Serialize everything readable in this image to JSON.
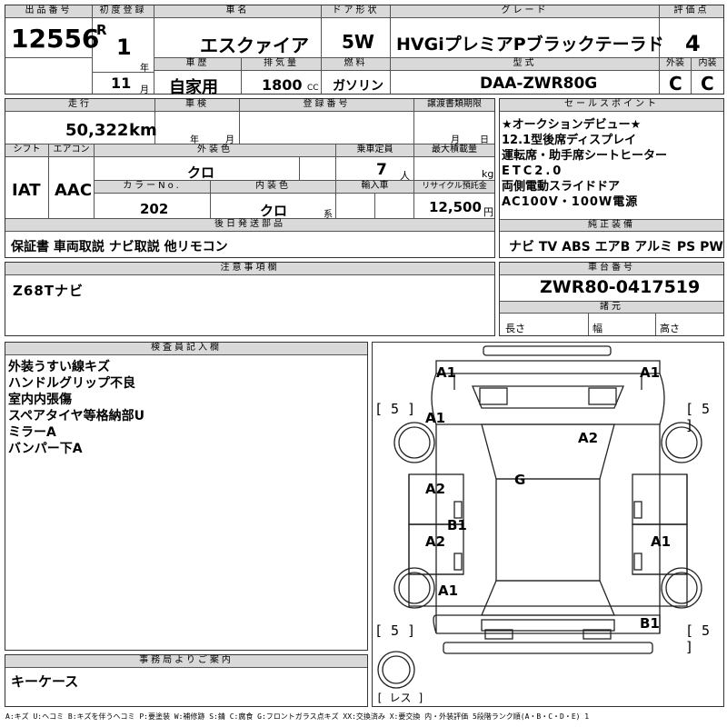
{
  "headers": {
    "lot_no": "出品番号",
    "first_reg": "初度登録",
    "car_name": "車名",
    "door_type": "ドア形状",
    "grade": "グレード",
    "score": "評価点",
    "history": "車歴",
    "displacement": "排気量",
    "fuel": "燃料",
    "model": "型式",
    "exterior": "外装",
    "interior": "内装",
    "mileage": "走行",
    "inspection": "車検",
    "reg_no": "登録番号",
    "transfer_deadline": "譲渡書類期限",
    "selling_points": "セールスポイント",
    "shift": "シフト",
    "aircon": "エアコン",
    "ext_color": "外装色",
    "capacity": "乗車定員",
    "max_load": "最大積載量",
    "color_no": "カラーNo.",
    "int_color": "内装色",
    "import": "輸入車",
    "recycle": "リサイクル預託金",
    "later_items": "後日発送部品",
    "std_equip": "純正装備",
    "notes": "注意事項欄",
    "chassis_no": "車台番号",
    "specs": "諸元",
    "inspector": "検査員記入欄",
    "office": "事務局よりご案内"
  },
  "vehicle": {
    "lot_no": "12556",
    "era": "R",
    "year": "1",
    "year_unit": "年",
    "month": "11",
    "month_unit": "月",
    "name": "エスクァイア",
    "door": "5W",
    "grade": "HVGiプレミアPブラックテーラド",
    "score": "4",
    "history": "自家用",
    "displacement": "1800",
    "cc": "CC",
    "fuel": "ガソリン",
    "model": "DAA-ZWR80G",
    "exterior_grade": "C",
    "interior_grade": "C",
    "mileage": "50,322",
    "km": "km",
    "insp_year": "年",
    "insp_month": "月",
    "deadline_month": "月",
    "deadline_day": "日",
    "shift": "IAT",
    "aircon": "AAC",
    "ext_color": "クロ",
    "capacity": "7",
    "capacity_unit": "人",
    "load_unit": "kg",
    "color_no": "202",
    "int_color": "クロ",
    "int_suffix": "系",
    "recycle": "12,500",
    "yen": "円",
    "later_items": "保証書 車両取説 ナビ取説 他リモコン",
    "std_equip": "ナビ TV ABS エアB アルミ PS PW",
    "notes": "Z68Tナビ",
    "chassis_no": "ZWR80-0417519",
    "spec_len": "長さ",
    "spec_wid": "幅",
    "spec_hgt": "高さ",
    "office_note": "キーケース"
  },
  "selling_points": [
    "★オークションデビュー★",
    "12.1型後席ディスプレイ",
    "運転席・助手席シートヒーター",
    "ETC2.0",
    "両側電動スライドドア",
    "AC100V・100W電源"
  ],
  "inspector_notes": [
    "外装うすい線キズ",
    "ハンドルグリップ不良",
    "室内内張傷",
    "スペアタイヤ等格納部U",
    "ミラーA",
    "バンパー下A"
  ],
  "diagram": {
    "codes": [
      "A1",
      "A1",
      "A1",
      "A2",
      "G",
      "A2",
      "B1",
      "A2",
      "A1",
      "A1",
      "B1"
    ],
    "tire_marks": [
      "[ 5 ]",
      "[ 5 ]",
      "[ 5 ]",
      "[ 5 ]",
      "[ レス ]"
    ]
  },
  "legend": "A:キズ U:ヘコミ B:キズを伴うヘコミ P:要塗装 W:補修跡 S:錆 C:腐食 G:フロントガラス点キズ XX:交換済み X:要交換 内・外装評価 5段階ランク順(A・B・C・D・E) 1"
}
